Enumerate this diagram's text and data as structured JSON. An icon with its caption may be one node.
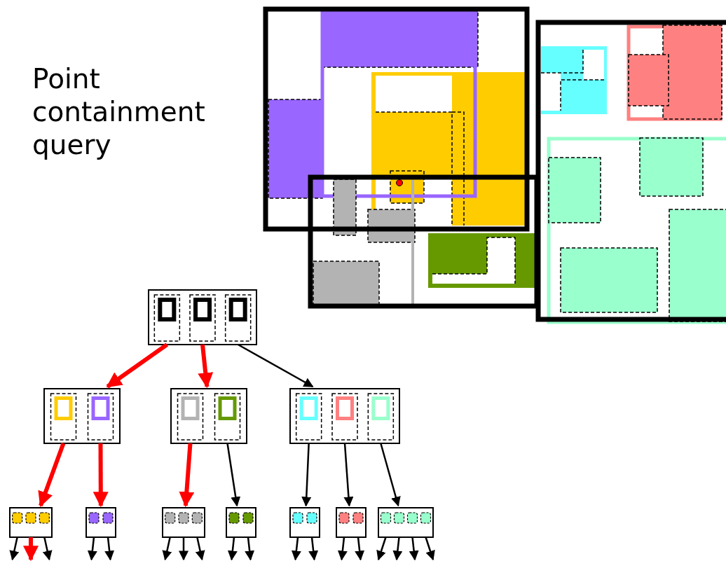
{
  "diagram": {
    "title": "Point containment query",
    "nodes": [
      {
        "text": [],
        "shape": "box"
      },
      {
        "text": [],
        "shape": "box"
      },
      {
        "text": [],
        "shape": "box"
      },
      {
        "text": [],
        "shape": "box"
      },
      {
        "text": [],
        "shape": "box"
      },
      {
        "text": [],
        "shape": "box"
      },
      {
        "text": [],
        "shape": "box"
      },
      {
        "text": [],
        "shape": "box"
      },
      {
        "text": [],
        "shape": "box"
      },
      {
        "text": [],
        "shape": "box"
      },
      {
        "text": [],
        "shape": "box"
      }
    ],
    "edges": [
      {
        "from": 0,
        "to": 1,
        "arrow": "to",
        "style": "thick",
        "color": "#ff0000"
      },
      {
        "from": 0,
        "to": 2,
        "arrow": "to",
        "style": "thick",
        "color": "#ff0000"
      },
      {
        "from": 0,
        "to": 3,
        "arrow": "to"
      },
      {
        "from": 1,
        "to": 4,
        "arrow": "to",
        "style": "thick",
        "color": "#ff0000"
      },
      {
        "from": 1,
        "to": 5,
        "arrow": "to",
        "style": "thick",
        "color": "#ff0000"
      },
      {
        "from": 2,
        "to": 6,
        "arrow": "to",
        "style": "thick",
        "color": "#ff0000"
      },
      {
        "from": 2,
        "to": 7,
        "arrow": "to"
      },
      {
        "from": 3,
        "to": 8,
        "arrow": "to"
      },
      {
        "from": 3,
        "to": 9,
        "arrow": "to"
      },
      {
        "from": 3,
        "to": 10,
        "arrow": "to"
      },
      {
        "from": 4,
        "to": null,
        "arrow": "to"
      },
      {
        "from": 4,
        "to": null,
        "arrow": "to",
        "style": "thick",
        "color": "#ff0000"
      },
      {
        "from": 4,
        "to": null,
        "arrow": "to"
      },
      {
        "from": 5,
        "to": null,
        "arrow": "to"
      },
      {
        "from": 5,
        "to": null,
        "arrow": "to"
      },
      {
        "from": 6,
        "to": null,
        "arrow": "to"
      },
      {
        "from": 6,
        "to": null,
        "arrow": "to"
      },
      {
        "from": 6,
        "to": null,
        "arrow": "to"
      },
      {
        "from": 7,
        "to": null,
        "arrow": "to"
      },
      {
        "from": 7,
        "to": null,
        "arrow": "to"
      },
      {
        "from": 8,
        "to": null,
        "arrow": "to"
      },
      {
        "from": 8,
        "to": null,
        "arrow": "to"
      },
      {
        "from": 9,
        "to": null,
        "arrow": "to"
      },
      {
        "from": 9,
        "to": null,
        "arrow": "to"
      },
      {
        "from": 10,
        "to": null,
        "arrow": "to"
      },
      {
        "from": 10,
        "to": null,
        "arrow": "to"
      },
      {
        "from": 10,
        "to": null,
        "arrow": "to"
      },
      {
        "from": 10,
        "to": null,
        "arrow": "to"
      }
    ]
  }
}
